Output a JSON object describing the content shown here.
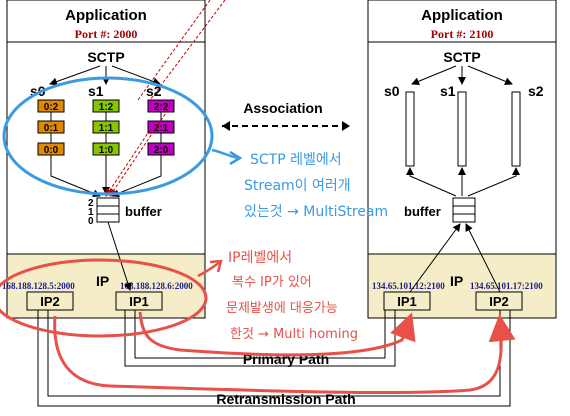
{
  "left_node": {
    "app_label": "Application",
    "port_label": "Port #: 2000",
    "sctp_label": "SCTP",
    "streams": [
      {
        "label": "s0",
        "cells": [
          "0:2",
          "0:1",
          "0:0"
        ],
        "color": "#e08a00"
      },
      {
        "label": "s1",
        "cells": [
          "1:2",
          "1:1",
          "1:0"
        ],
        "color": "#88c400"
      },
      {
        "label": "s2",
        "cells": [
          "2:2",
          "2:1",
          "2:0"
        ],
        "color": "#c000c0"
      }
    ],
    "buffer_label": "buffer",
    "buffer_indices": [
      "2",
      "1",
      "0"
    ],
    "ip_label": "IP",
    "addr1": "168.188.128.5:2000",
    "addr2": "168.188.128.6:2000",
    "iface1": "IP2",
    "iface2": "IP1"
  },
  "right_node": {
    "app_label": "Application",
    "port_label": "Port #: 2100",
    "sctp_label": "SCTP",
    "streams": [
      "s0",
      "s1",
      "s2"
    ],
    "buffer_label": "buffer",
    "ip_label": "IP",
    "addr1": "134.65.101.12:2100",
    "addr2": "134.65.101.17:2100",
    "iface1": "IP1",
    "iface2": "IP2"
  },
  "association_label": "Association",
  "primary_path_label": "Primary Path",
  "retransmission_path_label": "Retransmission Path",
  "annotations": {
    "stream_note": [
      "SCTP 레벨에서",
      "Stream이 여러개",
      "있는것 → MultiStream"
    ],
    "ip_note": [
      "IP레벨에서",
      "복수 IP가 있어",
      "문제발생에 대응가능",
      "한것 → Multi homing"
    ]
  },
  "colors": {
    "app_fill": "#ffffff",
    "ip_fill": "#f5ecc8",
    "annotation_blue": "#3a9be0",
    "annotation_red": "#e8504a",
    "arrow_red": "#c00000",
    "port_text": "#a00000",
    "addr_text": "#1a1a8c"
  }
}
